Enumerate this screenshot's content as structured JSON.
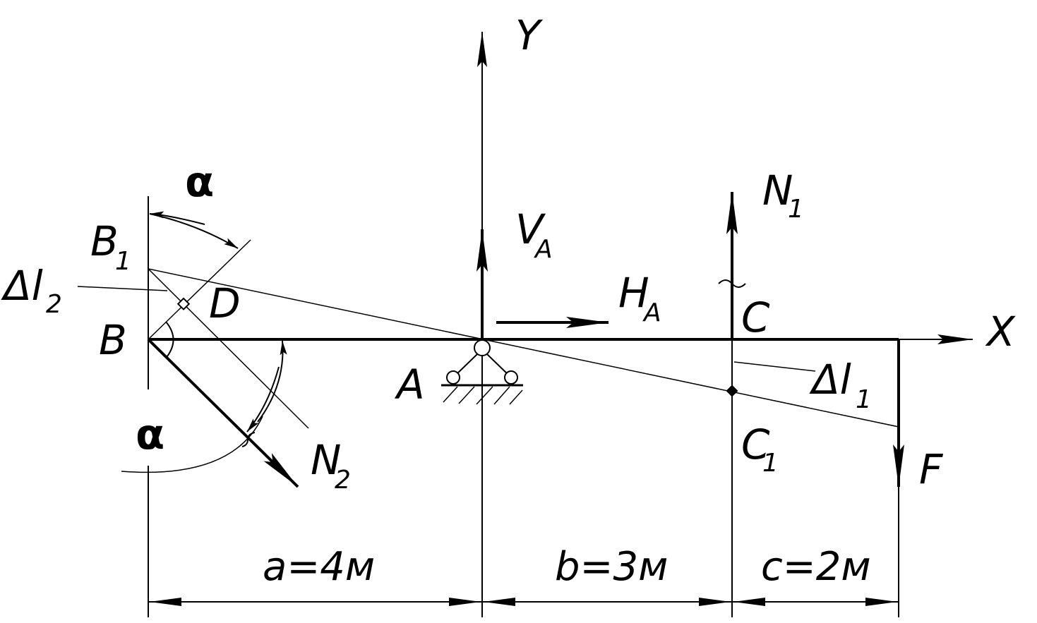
{
  "labels": {
    "y_axis": "Y",
    "x_axis": "X",
    "point_b": "B",
    "point_b1": "B",
    "point_b1_sub": "1",
    "point_d": "D",
    "point_a": "A",
    "point_c": "C",
    "point_c1": "C",
    "point_c1_sub": "1",
    "force_va": "V",
    "force_va_sub": "A",
    "force_ha": "H",
    "force_ha_sub": "A",
    "force_n1": "N",
    "force_n1_sub": "1",
    "force_n2": "N",
    "force_n2_sub": "2",
    "force_f": "F",
    "delta_l1": "Δl",
    "delta_l1_sub": "1",
    "delta_l2": "Δl",
    "delta_l2_sub": "2",
    "alpha_top": "α",
    "alpha_bottom": "α"
  },
  "dimensions": {
    "a_label": "a=4м",
    "b_label": "b=3м",
    "c_label": "c=2м"
  },
  "colors": {
    "stroke": "#000000",
    "background": "#ffffff"
  }
}
